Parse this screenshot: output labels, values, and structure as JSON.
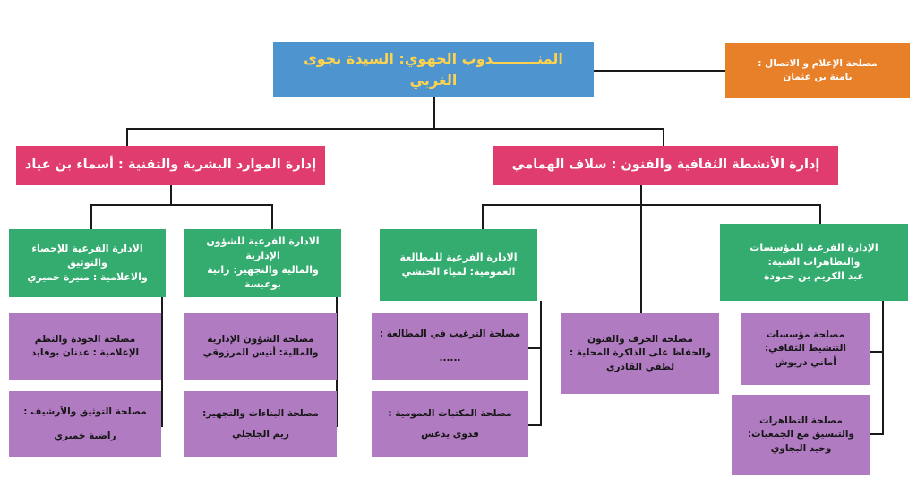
{
  "diagram": {
    "title": "المندوب الجهوي - الهيكل التنظيمي",
    "colors": {
      "head": "#4E95D0",
      "head_text": "#FFD24D",
      "media": "#E8802A",
      "direction": "#E13C6E",
      "subdirection": "#34AC6F",
      "service": "#B07BC0",
      "connector": "#1a1a1a",
      "background": "#FFFFFF"
    }
  },
  "head": {
    "label": "المنـــــــــدوب الجهوي: السيدة نجوى الغربي"
  },
  "media_unit": {
    "line1": "مصلحة الإعلام و الاتصال :",
    "line2": "يامنة بن عثمان"
  },
  "directions": [
    {
      "id": "hr-tech",
      "label": "إدارة الموارد البشرية والتقنية : أسماء بن عياد"
    },
    {
      "id": "culture-arts",
      "label": "إدارة الأنشطة الثقافية والفنون  : سلاف الهمامي"
    }
  ],
  "subdirections": [
    {
      "id": "stats-doc",
      "line1": "الادارة الفرعية للإحصاء والتوثيق",
      "line2": "والاعلامية : منيرة خميري",
      "line3": ""
    },
    {
      "id": "admin-finance",
      "line1": "الادارة الفرعية للشؤون الإدارية",
      "line2": "والمالية والتجهيز: رانية بوعبسة",
      "line3": ""
    },
    {
      "id": "public-reading",
      "line1": "الادارة الفرعية للمطالعة",
      "line2": "العمومية: لمياء الحبشي",
      "line3": ""
    },
    {
      "id": "institutions-events",
      "line1": "الإدارة الفرعية للمؤسسات",
      "line2": "والتظاهرات الفنية:",
      "line3": "عبد الكريم بن حمودة"
    }
  ],
  "services": [
    {
      "id": "quality-systems",
      "line1": "مصلحة الجودة والنظم",
      "line2": "الإعلامية : عدنان بوفايد",
      "line3": ""
    },
    {
      "id": "doc-archive",
      "line1": "مصلحة التوثيق والأرشيف :",
      "line2": "",
      "line3": "راضية خميري"
    },
    {
      "id": "admin-financial-affairs",
      "line1": "مصلحة الشؤون الإدارية",
      "line2": "والمالية: أنيس المرزوقي",
      "line3": ""
    },
    {
      "id": "buildings-equipment",
      "line1": "مصلحة البناءات والتجهيز:",
      "line2": "ريم الجلجلي",
      "line3": ""
    },
    {
      "id": "reading-promotion",
      "line1": "مصلحة الترغيب في المطالعة :",
      "line2": "",
      "line3": "......"
    },
    {
      "id": "public-libraries",
      "line1": "مصلحة المكتبات العمومية :",
      "line2": "فدوى يدعس",
      "line3": ""
    },
    {
      "id": "crafts-arts-memory",
      "line1": "مصلحة الحرف والفنون",
      "line2": "والحفاظ على الذاكرة المحلية :",
      "line3": "لطفي القادري"
    },
    {
      "id": "cultural-animation",
      "line1": "مصلحة مؤسسات",
      "line2": "التنشيط الثقافي:",
      "line3": "أماني دريوش"
    },
    {
      "id": "events-associations",
      "line1": "مصلحة التظاهرات",
      "line2": "والتنسيق مع الجمعيات:",
      "line3": "وحيد البجاوي"
    }
  ]
}
